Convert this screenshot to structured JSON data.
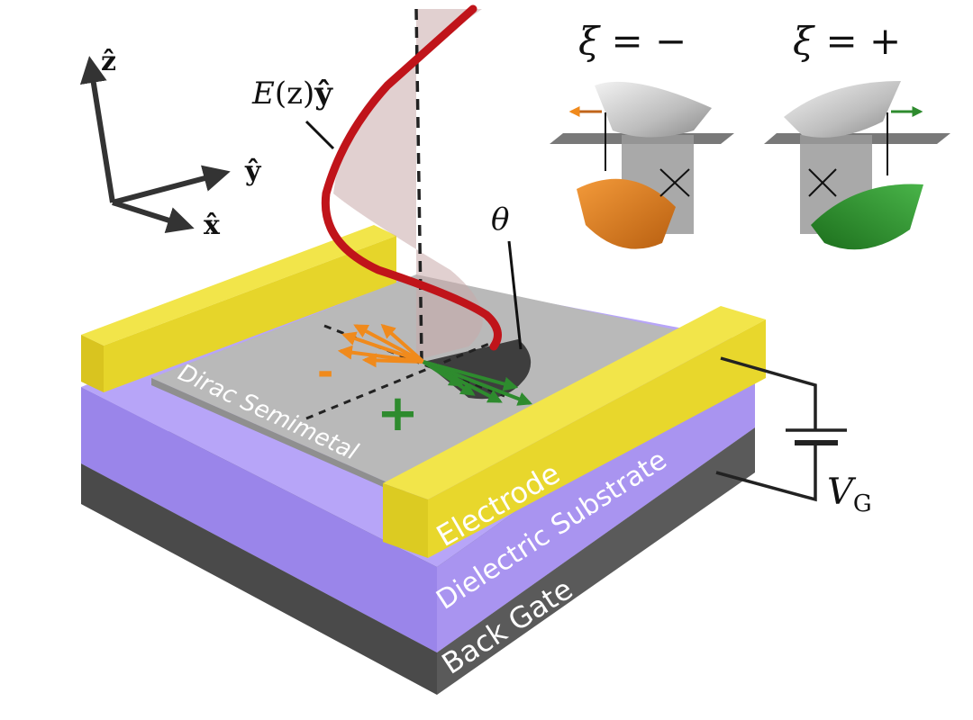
{
  "axes": {
    "z_label": "ẑ",
    "y_label": "ŷ",
    "x_label": "x̂"
  },
  "field": {
    "label_E": "E",
    "label_arg": "(z)",
    "label_vec": "ŷ"
  },
  "angle_label": "θ",
  "valleys": [
    {
      "label": "ξ = −"
    },
    {
      "label": "ξ = +"
    }
  ],
  "layers": {
    "semimetal": "Dirac Semimetal",
    "electrode": "Electrode",
    "dielectric": "Dielectric Substrate",
    "gate": "Back Gate"
  },
  "charges": {
    "minus": "-",
    "plus": "+"
  },
  "voltage": {
    "symbol": "V",
    "subscript": "G"
  },
  "colors": {
    "electrode": "#e8d92e",
    "dielectric": "#a58cf2",
    "gate": "#555555",
    "semimetal": "#b4b4b4",
    "field_wave": "#c0141a",
    "minus_valley": "#f08a1c",
    "plus_valley": "#2e8b2e"
  }
}
